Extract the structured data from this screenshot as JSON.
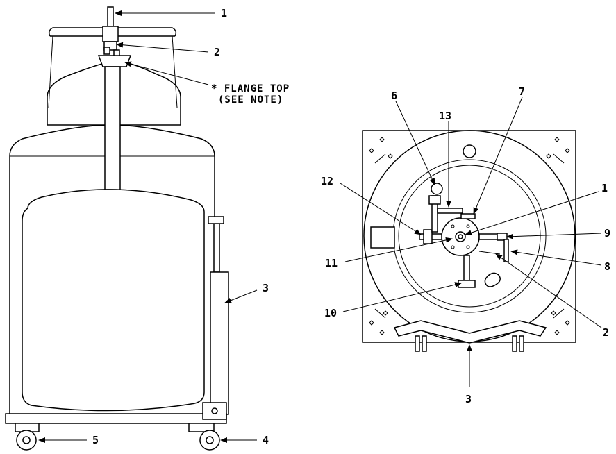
{
  "callouts": {
    "side_1": "1",
    "side_2": "2",
    "side_3": "3",
    "side_4": "4",
    "side_5": "5",
    "top_6": "6",
    "top_13": "13",
    "top_7": "7",
    "top_12": "12",
    "top_1": "1",
    "top_11": "11",
    "top_9": "9",
    "top_8": "8",
    "top_10": "10",
    "top_2": "2",
    "top_3": "3"
  },
  "note": {
    "line1": "* FLANGE TOP",
    "line2": "(SEE NOTE)"
  },
  "colors": {
    "line": "#000000",
    "background": "#ffffff"
  }
}
